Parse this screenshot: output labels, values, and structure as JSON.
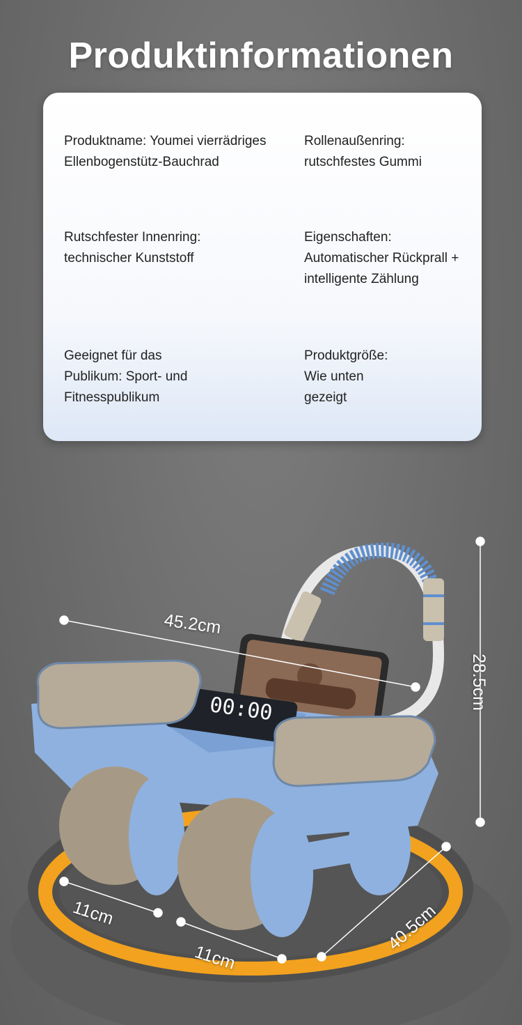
{
  "page": {
    "title": "Produktinformationen"
  },
  "info": [
    {
      "label": "Produktname:",
      "value": "Youmei vierrädriges Ellenbogenstütz-Bauchrad"
    },
    {
      "label": "Rollenaußenring:",
      "value": "rutschfestes Gummi"
    },
    {
      "label": "Rutschfester Innenring:",
      "value": "technischer Kunststoff"
    },
    {
      "label": "Eigenschaften:",
      "value": "Automatischer Rückprall + intelligente Zählung"
    },
    {
      "label": "Geeignet für das Publikum:",
      "value": "Sport- und Fitnesspublikum"
    },
    {
      "label": "Produktgröße:",
      "value": "Wie unten gezeigt"
    }
  ],
  "dimensions": {
    "length": "45.2cm",
    "height": "28.5cm",
    "wheel_width_1": "11cm",
    "wheel_width_2": "11cm",
    "diameter": "40.5cm"
  },
  "timer_display": "00:00",
  "colors": {
    "background": "#6f6f6f",
    "device_blue": "#8fb1df",
    "pad_beige": "#b6ab98",
    "ring_orange": "#f2a21e"
  }
}
